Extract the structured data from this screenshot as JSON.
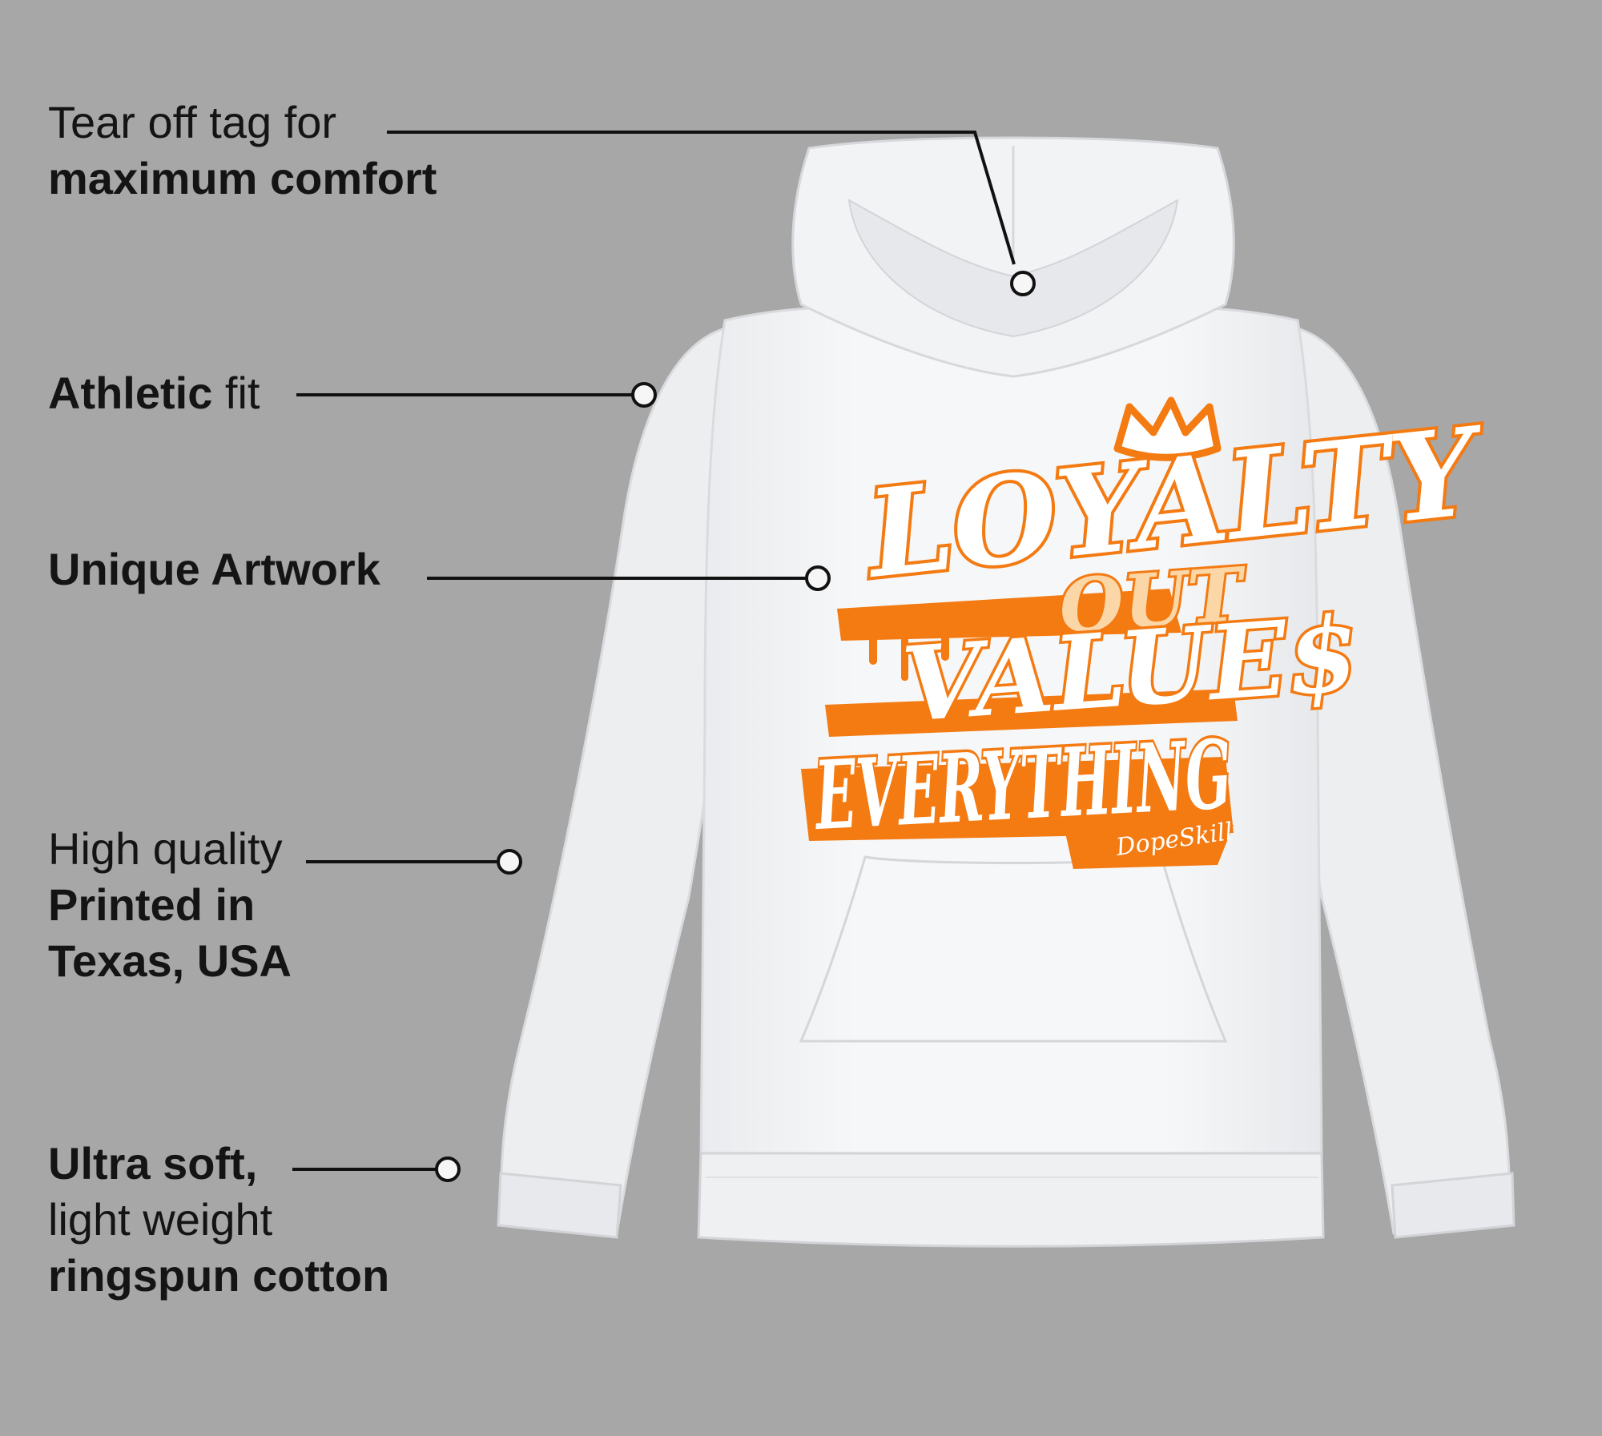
{
  "colors": {
    "background": "#a7a7a7",
    "hoodie": "#f4f5f6",
    "hoodie_shadow": "#e2e4e7",
    "print_orange": "#f47a12",
    "text": "#141414"
  },
  "features": [
    {
      "line1_regular": "Tear off tag for",
      "line2_bold": "maximum comfort"
    },
    {
      "bold": "Athletic",
      "regular": " fit"
    },
    {
      "bold": "Unique Artwork"
    },
    {
      "line1_regular": "High quality",
      "line2_bold": "Printed in",
      "line3_bold": "Texas, USA"
    },
    {
      "line1_bold": "Ultra soft,",
      "line2_regular": "light weight",
      "line3_bold": "ringspun cotton"
    }
  ],
  "artwork": {
    "words": [
      "LOYALTY",
      "OUT",
      "VALUE$",
      "EVERYTHING"
    ],
    "signature": "DopeSkill",
    "crown": "crown-icon"
  }
}
